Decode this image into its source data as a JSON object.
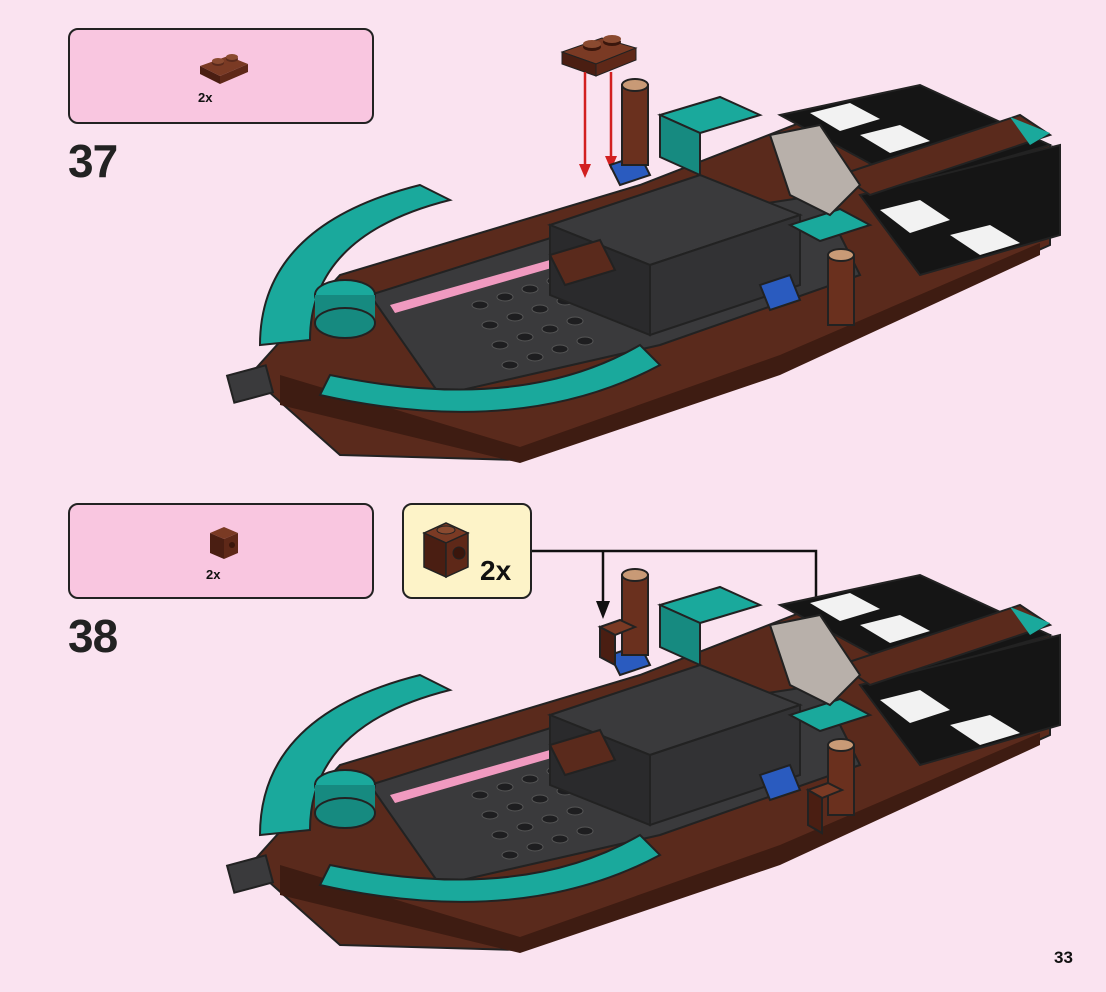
{
  "page": {
    "number": "33",
    "background": "#fae3f0"
  },
  "colors": {
    "brown": "#5a2a1c",
    "teal": "#1aa99c",
    "dark_gray": "#3a3a3c",
    "black": "#151515",
    "blue": "#2a5bbf",
    "pink": "#f09ac0",
    "tan": "#c89a76",
    "parts_box": "#f9c6e0",
    "callout_box": "#fdf3c8",
    "arrow_red": "#d22020"
  },
  "steps": [
    {
      "number": "37",
      "parts": [
        {
          "icon": "brown-plate-1x2-icon",
          "quantity": "2x"
        }
      ]
    },
    {
      "number": "38",
      "parts": [
        {
          "icon": "brown-brick-1x1-stud-icon",
          "quantity": "2x"
        }
      ],
      "callout": {
        "icon": "brown-brick-1x1-stud-icon",
        "quantity": "2x"
      }
    }
  ]
}
